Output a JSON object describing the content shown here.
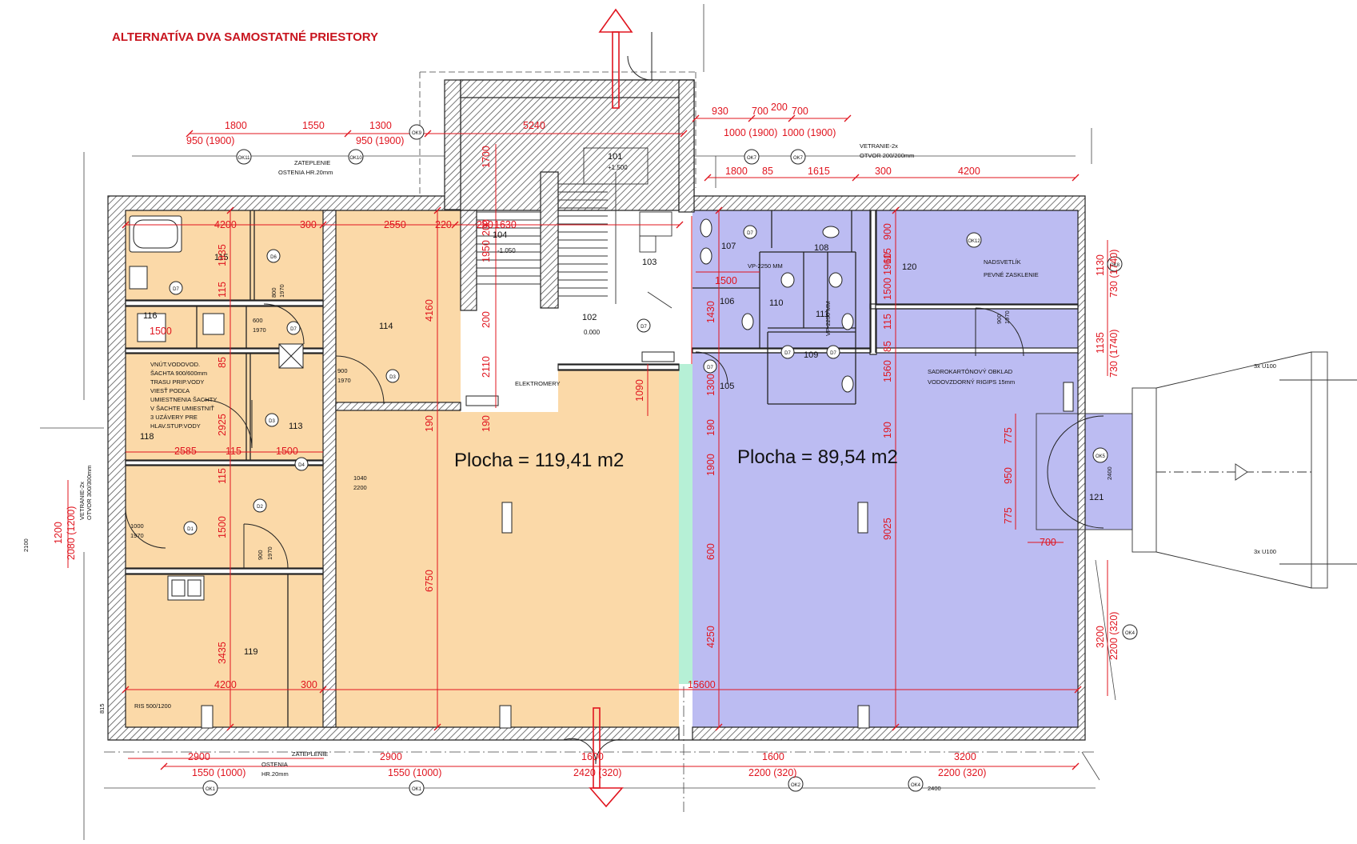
{
  "title": "ALTERNATÍVA DVA SAMOSTATNÉ PRIESTORY",
  "areas": {
    "left": "Plocha = 119,41 m2",
    "right": "Plocha =  89,54 m2"
  },
  "colors": {
    "left_zone": "#fbd9a8",
    "right_zone": "#bcbcf2",
    "separator_zone": "#b6f0d6",
    "dimension": "#e0141e",
    "wall_hatch": "#555555",
    "wall_line": "#222222"
  },
  "rooms": {
    "r101": "101",
    "r102": "102",
    "r103": "103",
    "r104": "104",
    "r105": "105",
    "r106": "106",
    "r107": "107",
    "r108": "108",
    "r109": "109",
    "r110": "110",
    "r111": "111",
    "r113": "113",
    "r114": "114",
    "r115": "115",
    "r116": "116",
    "r118": "118",
    "r119": "119",
    "r120": "120",
    "r121": "121",
    "lvl101": "+1.500",
    "lvl104": "-1.050",
    "lvl102": "0.000"
  },
  "dims": {
    "t1800": "1800",
    "t1550": "1550",
    "t1300": "1300",
    "t5240": "5240",
    "t950a": "950 (1900)",
    "t950b": "950 (1900)",
    "t930": "930",
    "t700a": "700",
    "t200": "200",
    "t700b": "700",
    "t1000a": "1000 (1900)",
    "t1000b": "1000 (1900)",
    "t1800b": "1800",
    "t85": "85",
    "t1615": "1615",
    "t300": "300",
    "t4200": "4200",
    "i4200a": "4200",
    "i300a": "300",
    "i2550": "2550",
    "i220": "220",
    "i200": "200",
    "i1630": "1630",
    "v1935": "1935",
    "v115a": "115",
    "v1700": "1700",
    "v1950": "1950",
    "v200": "200",
    "v4160": "4160",
    "v2110": "2110",
    "v1090": "1090",
    "v190a": "190",
    "v190b": "190",
    "v85": "85",
    "v2925": "2925",
    "v115b": "115",
    "v1500a": "1500",
    "v3435": "3435",
    "v6750": "6750",
    "v1500b": "1500",
    "h2585": "2585",
    "h115": "115",
    "h1500": "1500",
    "i1500": "1500",
    "b4200": "4200",
    "b300": "300",
    "b15600": "15600",
    "r1900": "1900",
    "r600": "600",
    "r4250": "4250",
    "r1430": "1430",
    "r1300": "1300",
    "r190": "190",
    "r9025": "9025",
    "r1960": "1960",
    "r115": "115",
    "r1560": "1560",
    "r85": "85",
    "r190b": "190",
    "r900": "900",
    "r115b": "115",
    "r1500": "1500",
    "r1500b": "1500",
    "e1130": "1130",
    "e730a": "730 (1740)",
    "e1135": "1135",
    "e730b": "730 (1740)",
    "e775a": "775",
    "e950": "950",
    "e775b": "775",
    "e700": "700",
    "e3200": "3200",
    "e2200": "2200 (320)",
    "l1200": "1200",
    "l2080": "2080 (1200)",
    "bt2900a": "2900",
    "bt2900b": "2900",
    "bt1600a": "1600",
    "bt1600b": "1600",
    "bt3200": "3200",
    "bb1550a": "1550 (1000)",
    "bb1550b": "1550 (1000)",
    "bb2420": "2420 (320)",
    "bb2200a": "2200 (320)",
    "bb2200b": "2200 (320)",
    "bb2400": "2400"
  },
  "notes": {
    "zat1a": "ZATEPLENIE",
    "zat1b": "OSTENIA HR.20mm",
    "zat2a": "ZATEPLENIE",
    "zat2b": "OSTENIA",
    "zat2c": "HR.20mm",
    "vet1a": "VETRANIE-2x",
    "vet1b": "OTVOR 200/200mm",
    "vet2a": "VETRANIE-2x",
    "vet2b": "OTVOR 300/300mm",
    "nad1": "NADSVETLÍK",
    "nad2": "PEVNÉ ZASKLENIE",
    "sad1": "SADROKARTÓNOVÝ OBKLAD",
    "sad2": "VODOVZDORNÝ RIGIPS 15mm",
    "vnot1": "VNÚT.VODOVOD.",
    "vnot2": "ŠACHTA 900/600mm",
    "vnot3": "TRASU PRIP.VODY",
    "vnot4": "VIESŤ PODĽA",
    "vnot5": "UMIESTNENIA ŠACHTY",
    "vnot6": "V ŠACHTE UMIESTNIŤ",
    "vnot7": "3 UZÁVERY PRE",
    "vnot8": "HLAV.STUP.VODY",
    "ris": "RIS 500/1200",
    "elek": "ELEKTROMERY",
    "u100a": "3x U100",
    "u100b": "3x U100",
    "vp1": "VP-2250 MM",
    "vp2": "VP-2250 MM",
    "s2100": "2100",
    "s815": "815",
    "s2400": "2400"
  },
  "doors": {
    "d1000a": "1000",
    "d1970a": "1970",
    "d900a": "900",
    "d1970b": "1970",
    "d1040": "1040",
    "d2200": "2200",
    "d800a": "800",
    "d1970c": "1970",
    "d600a": "600",
    "d1970d": "1970",
    "d900b": "900",
    "d1970e": "1970",
    "d2400": "2400",
    "d900c": "900",
    "d1970f": "1970"
  },
  "tags": {
    "ok11": "OK11",
    "ok10": "OK10",
    "ok9": "OK9",
    "ok7a": "OK7",
    "ok7b": "OK7",
    "ok8": "OK8",
    "ok12": "OK12",
    "ok5": "OK5",
    "ok4": "OK4",
    "ok1a": "OK1",
    "ok1b": "OK1",
    "ok2": "OK2",
    "d1": "D1",
    "d2": "D2",
    "d3a": "D3",
    "d3b": "D3",
    "d4": "D4",
    "d6": "D6",
    "d7a": "D7",
    "d7b": "D7",
    "d7c": "D7",
    "d7d": "D7",
    "d7e": "D7",
    "d7f": "D7",
    "d7g": "D7"
  }
}
